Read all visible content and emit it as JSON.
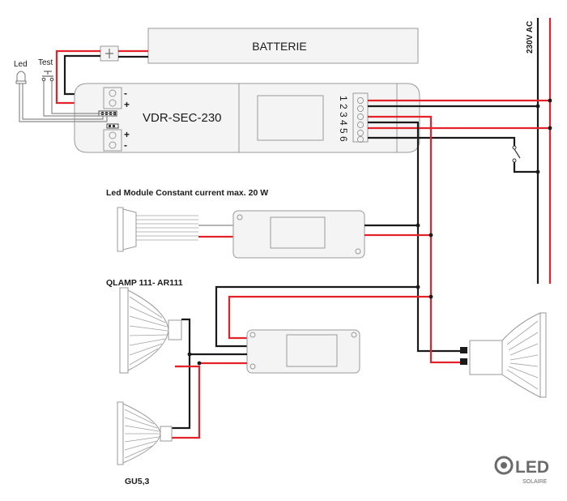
{
  "battery": {
    "label": "BATTERIE"
  },
  "controller": {
    "label": "VDR-SEC-230",
    "battery_terminal": {
      "minus": "-",
      "plus": "+"
    },
    "lower_terminal": {
      "plus": "+",
      "minus": "-"
    },
    "terminal_numbers": "1 2 3 4 5 6"
  },
  "indicator": {
    "led_label": "Led",
    "test_label": "Test"
  },
  "mains": {
    "label": "230V AC"
  },
  "loads": {
    "led_module": "Led Module Constant current max. 20 W",
    "qlamp": "QLAMP 111- AR111",
    "gu53": "GU5,3"
  },
  "brand": {
    "name": "LED",
    "tagline": "SOLAIRE"
  },
  "colors": {
    "red": "#e3222a",
    "black": "#1a1a1a",
    "outline": "#9a9a9a",
    "fill": "#f2f2f2"
  }
}
